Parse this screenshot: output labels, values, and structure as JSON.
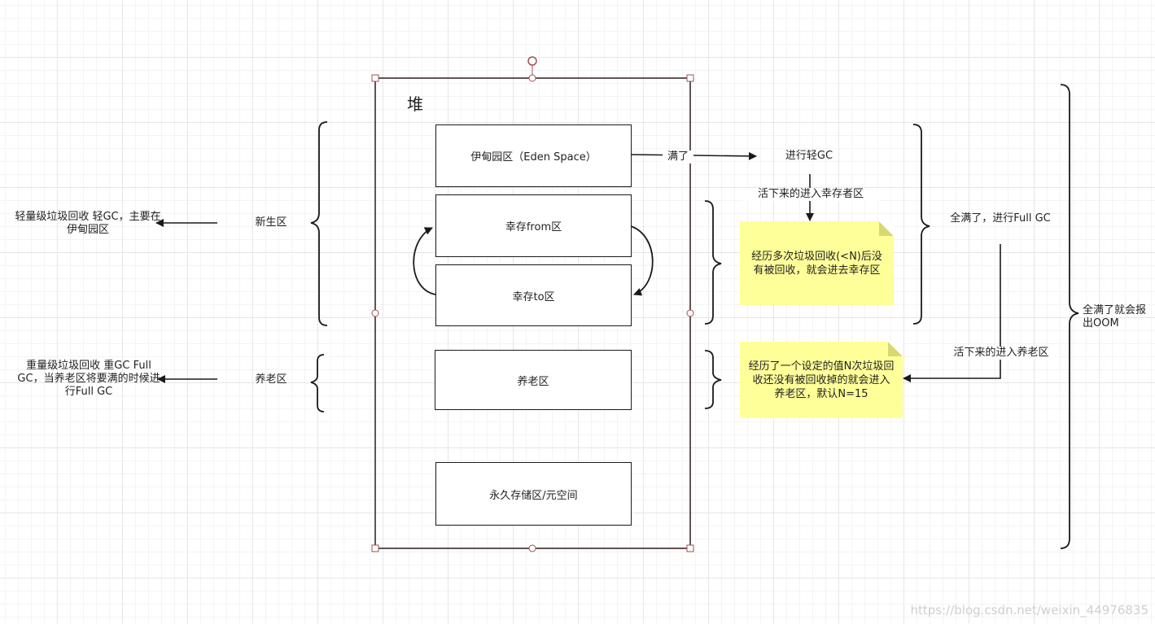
{
  "heap": {
    "title": "堆",
    "eden": "伊甸园区（Eden Space）",
    "survivor_from": "幸存from区",
    "survivor_to": "幸存to区",
    "old": "养老区",
    "metaspace": "永久存储区/元空间"
  },
  "left": {
    "young_label": "新生区",
    "young_desc": "轻量级垃圾回收 轻GC，主要在伊甸园区",
    "old_label": "养老区",
    "old_desc": "重量级垃圾回收 重GC Full GC，当养老区将要满的时候进行Full GC"
  },
  "right": {
    "full_label": "满了",
    "minor_gc": "进行轻GC",
    "survive_to_survivor": "活下来的进入幸存者区",
    "note_survivor": "经历多次垃圾回收(<N)后没有被回收，就会进去幸存区",
    "note_old": "经历了一个设定的值N次垃圾回收还没有被回收掉的就会进入养老区，默认N=15",
    "all_full_gc": "全满了，进行Full GC",
    "survive_to_old": "活下来的进入养老区",
    "oom": "全满了就会报出OOM"
  },
  "watermark": "https://blog.csdn.net/weixin_44976835",
  "colors": {
    "line": "#1a1a1a",
    "note_fill": "#ffff99",
    "handle": "#a05050"
  }
}
